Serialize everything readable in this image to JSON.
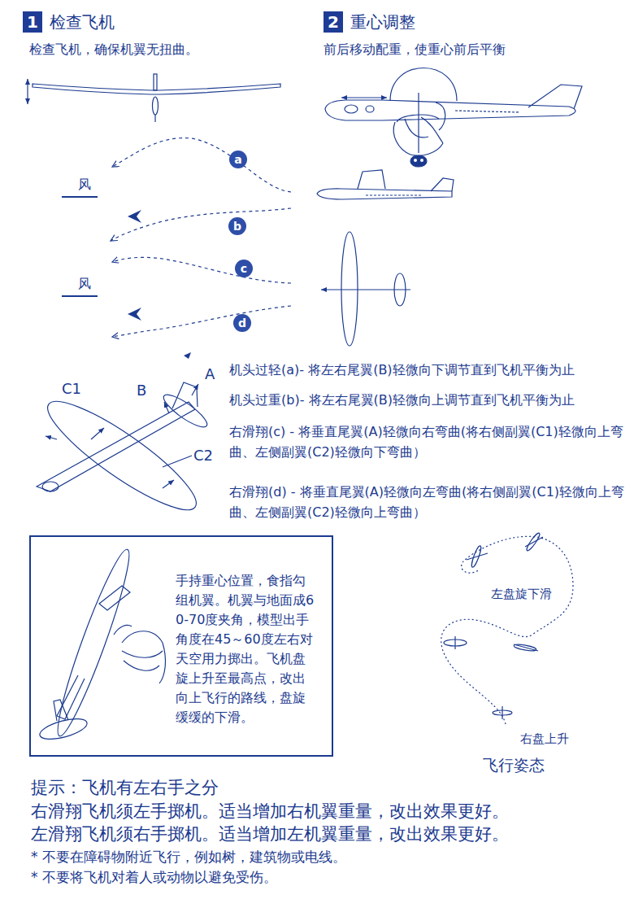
{
  "diagram": {
    "nodes": [
      {
        "text": [
          "1",
          "检查飞机"
        ]
      },
      {
        "text": [
          "2",
          "重心调整"
        ]
      },
      {
        "text": [
          "a"
        ]
      },
      {
        "text": [
          "b"
        ]
      },
      {
        "text": [
          "c"
        ]
      },
      {
        "text": [
          "d"
        ]
      },
      {
        "text": [
          "手持重心位置，食指勾组机翼。机翼与地面成60-70度夹角，模型出手角度在45～60度左右对天空用力掷出。飞机盘旋上升至最高点，改出向上飞行的路线，盘旋缓缓的下滑。"
        ]
      }
    ],
    "labels": [
      "检查飞机，确保机翼无扭曲。",
      "前后移动配重，使重心前后平衡",
      "风",
      "风",
      "机头过轻(a)- 将左右尾翼(B)轻微向下调节直到飞机平衡为止",
      "机头过重(b)- 将左右尾翼(B)轻微向上调节直到飞机平衡为止",
      "A",
      "B",
      "C1",
      "C2",
      "右滑翔(c) - 将垂直尾翼(A)轻微向右弯曲(将右侧副翼(C1)轻微向上弯曲、左侧副翼(C2)轻微向下弯曲）",
      "右滑翔(d) - 将垂直尾翼(A)轻微向左弯曲(将右侧副翼(C1)轻微向上弯曲、左侧副翼(C2)轻微向上弯曲）",
      "左盘旋下滑",
      "右盘上升",
      "飞行姿态",
      "提示：飞机有左右手之分",
      "右滑翔飞机须左手掷机。适当增加右机翼重量，改出效果更好。",
      "左滑翔飞机须右手掷机。适当增加左机翼重量，改出效果更好。",
      "* 不要在障碍物附近飞行，例如树，建筑物或电线。",
      "* 不要将飞机对着人或动物以避免受伤。"
    ]
  }
}
